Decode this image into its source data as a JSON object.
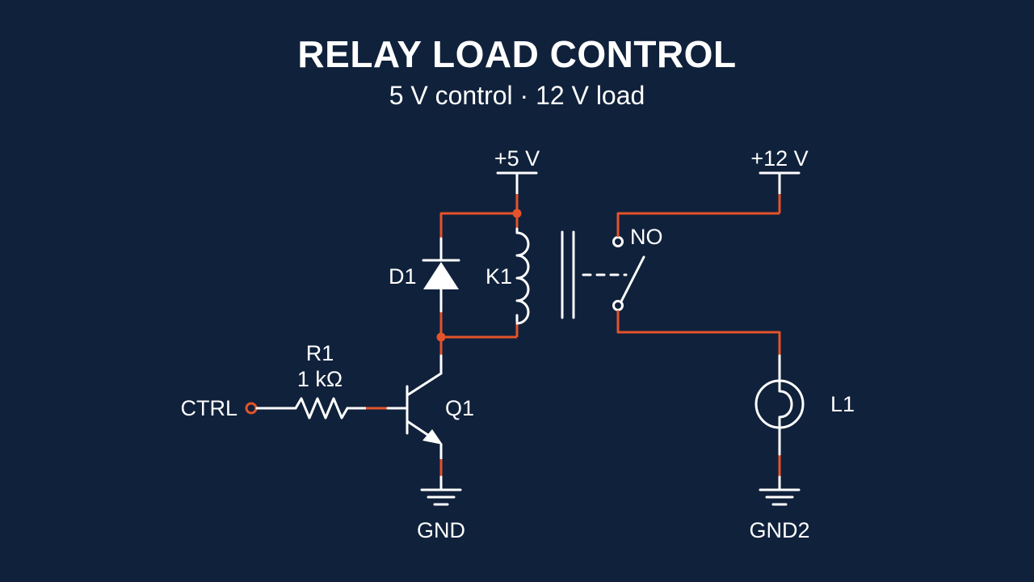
{
  "title": "RELAY LOAD CONTROL",
  "subtitle": "5 V control · 12 V load",
  "labels": {
    "vcc5": "+5 V",
    "vcc12": "+12 V",
    "no": "NO",
    "d1": "D1",
    "k1": "K1",
    "r1": "R1",
    "r1_value": "1 kΩ",
    "ctrl": "CTRL",
    "q1": "Q1",
    "l1": "L1",
    "gnd": "GND",
    "gnd2": "GND2"
  },
  "colors": {
    "background": "#10213b",
    "wire": "#e4532a",
    "symbol": "#ffffff"
  }
}
